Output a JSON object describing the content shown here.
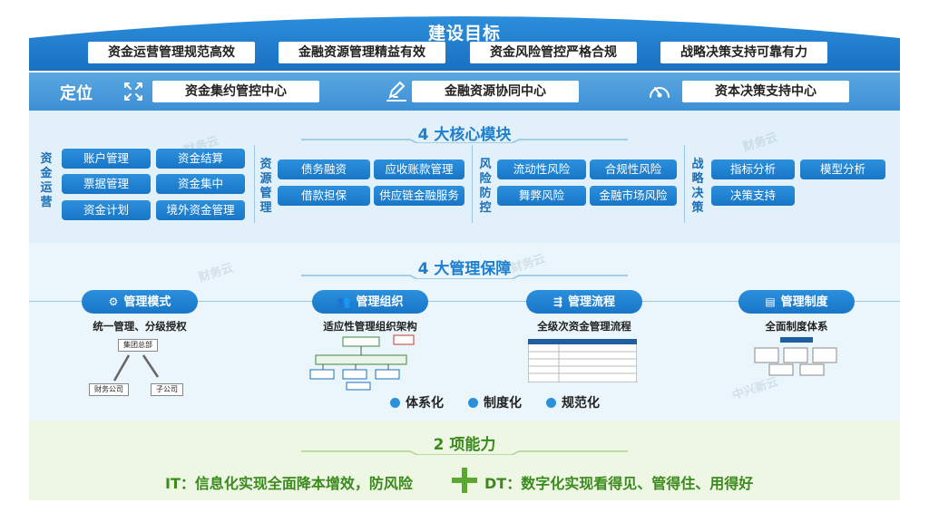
{
  "goals": {
    "title": "建设目标",
    "items": [
      "资金运营管理规范高效",
      "金融资源管理精益有效",
      "资金风险管控严格合规",
      "战略决策支持可靠有力"
    ]
  },
  "positioning": {
    "title": "定位",
    "items": [
      {
        "label": "资金集约管控中心",
        "icon": "scatter-arrows-icon"
      },
      {
        "label": "金融资源协同中心",
        "icon": "pen-check-icon"
      },
      {
        "label": "资本决策支持中心",
        "icon": "gauge-icon"
      }
    ]
  },
  "core": {
    "title": "4 大核心模块",
    "modules": [
      {
        "name": "资金运营",
        "chars": [
          "资",
          "金",
          "运",
          "营"
        ],
        "items": [
          "账户管理",
          "资金结算",
          "票据管理",
          "资金集中",
          "资金计划",
          "境外资金管理"
        ]
      },
      {
        "name": "资源管理",
        "chars": [
          "资",
          "源",
          "管",
          "理"
        ],
        "items": [
          "债务融资",
          "应收账款管理",
          "借款担保",
          "供应链金融服务"
        ]
      },
      {
        "name": "风险防控",
        "chars": [
          "风",
          "险",
          "防",
          "控"
        ],
        "items": [
          "流动性风险",
          "合规性风险",
          "舞弊风险",
          "金融市场风险"
        ]
      },
      {
        "name": "战略决策",
        "chars": [
          "战",
          "略",
          "决",
          "策"
        ],
        "items": [
          "指标分析",
          "模型分析",
          "决策支持"
        ]
      }
    ]
  },
  "mgmt": {
    "title": "4 大管理保障",
    "items": [
      {
        "label": "管理模式",
        "sub": "统一管理、分级授权",
        "icon": "mode-icon"
      },
      {
        "label": "管理组织",
        "sub": "适应性管理组织架构",
        "icon": "people-icon"
      },
      {
        "label": "管理流程",
        "sub": "全级次资金管理流程",
        "icon": "flow-icon"
      },
      {
        "label": "管理制度",
        "sub": "全面制度体系",
        "icon": "document-icon"
      }
    ],
    "org": {
      "top": "集团总部",
      "left": "财务公司",
      "right": "子公司"
    },
    "features": [
      "体系化",
      "制度化",
      "规范化"
    ]
  },
  "capability": {
    "title": "2 项能力",
    "it": "IT：信息化实现全面降本增效，防风险",
    "dt": "DT：数字化实现看得见、管得住、用得好"
  },
  "watermark": {
    "brand": "财务云",
    "company": "中兴新云"
  },
  "colors": {
    "primary": "#1f7fcf",
    "chip": "#1976c8",
    "green": "#3a8a1c"
  }
}
